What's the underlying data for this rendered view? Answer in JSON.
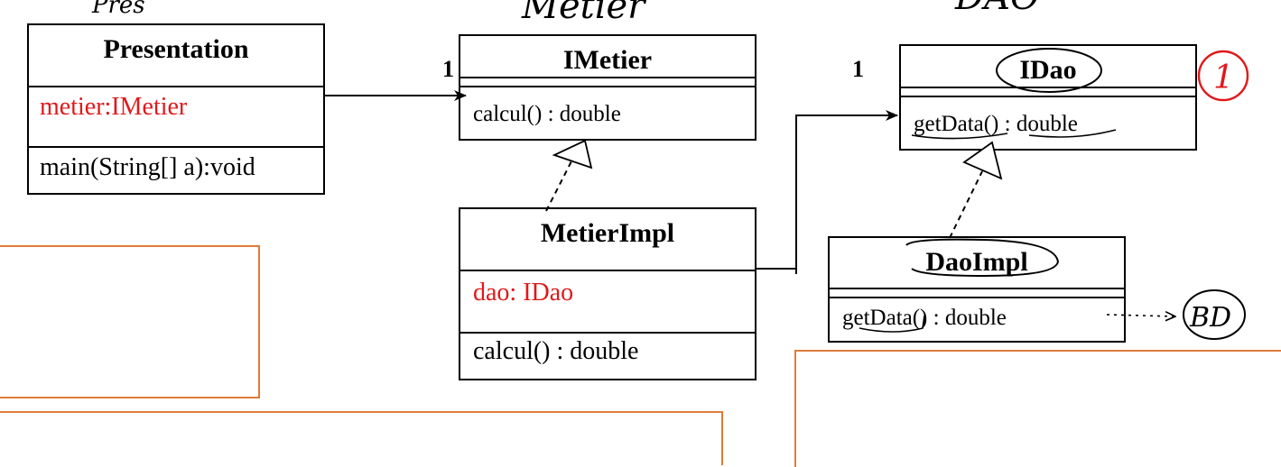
{
  "handwritten": {
    "top_left": "Pres",
    "top_middle": "Metier",
    "top_right": "DAO",
    "circle_one": "1",
    "db": "BD"
  },
  "presentation": {
    "name": "Presentation",
    "attribute": "metier:IMetier",
    "method": "main(String[] a):void"
  },
  "imetier": {
    "name": "IMetier",
    "method": "calcul() : double",
    "multiplicity": "1"
  },
  "metierimpl": {
    "name": "MetierImpl",
    "attribute": "dao: IDao",
    "method": "calcul() : double"
  },
  "idao": {
    "name": "IDao",
    "method": "getData() : double",
    "multiplicity": "1"
  },
  "daoimpl": {
    "name": "DaoImpl",
    "method": "getData() : double"
  },
  "colors": {
    "attribute_red": "#e0191b",
    "frame_orange": "#e07b39",
    "stroke": "#000000"
  }
}
